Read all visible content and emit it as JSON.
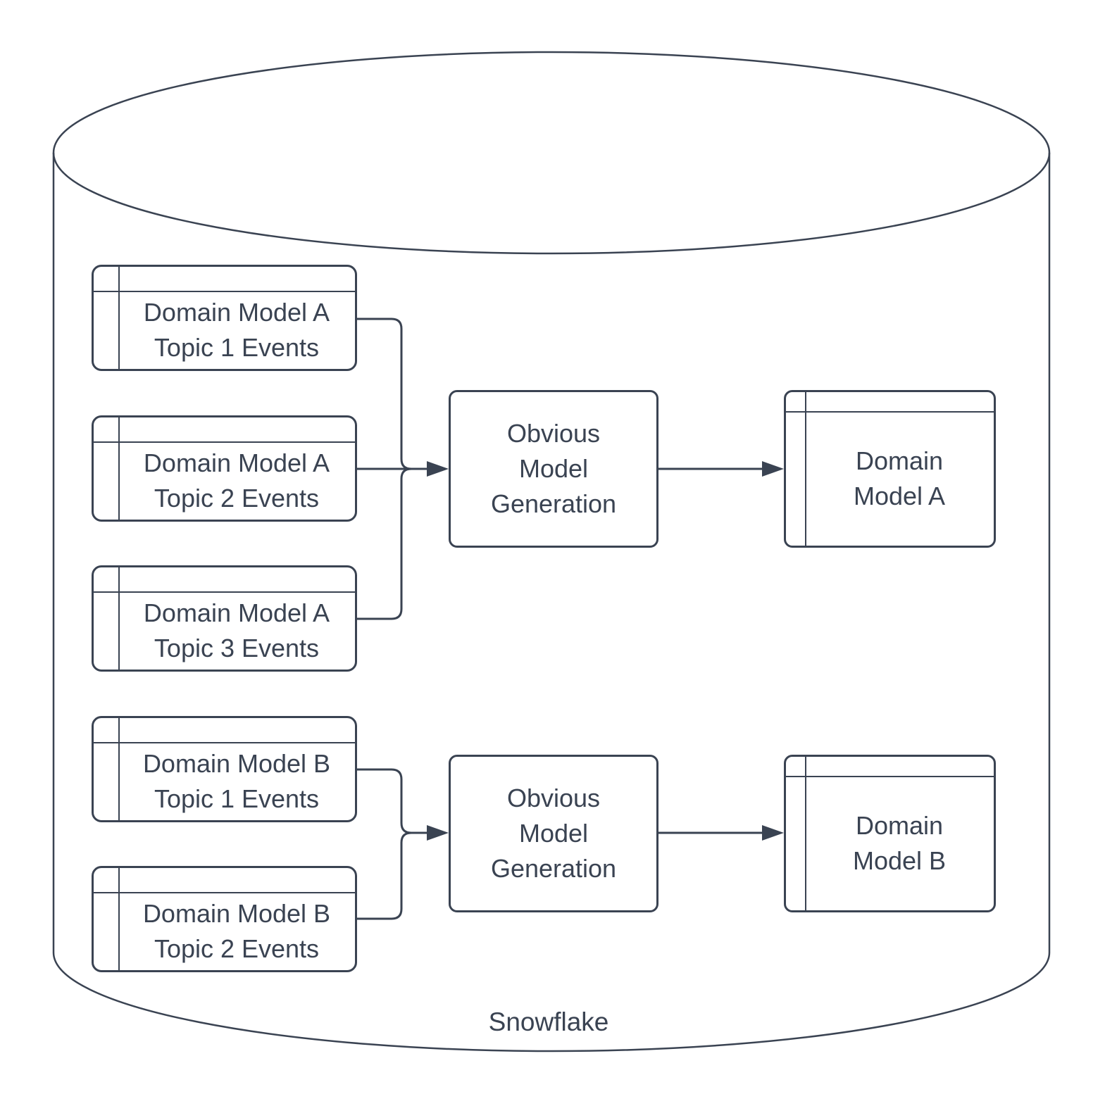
{
  "diagram": {
    "type": "flowchart",
    "colors": {
      "stroke": "#3a4352",
      "text": "#3a4352",
      "shape_fill": "#ffffff",
      "background": "#ffffff"
    },
    "database": {
      "shape": "cylinder",
      "label": "Snowflake"
    },
    "pipelines": [
      {
        "sources": [
          {
            "label": "Domain Model A\nTopic 1 Events"
          },
          {
            "label": "Domain Model A\nTopic 2 Events"
          },
          {
            "label": "Domain Model A\nTopic 3 Events"
          }
        ],
        "process": {
          "label": "Obvious\nModel\nGeneration"
        },
        "output": {
          "label": "Domain\nModel A"
        }
      },
      {
        "sources": [
          {
            "label": "Domain Model B\nTopic 1 Events"
          },
          {
            "label": "Domain Model B\nTopic 2 Events"
          }
        ],
        "process": {
          "label": "Obvious\nModel\nGeneration"
        },
        "output": {
          "label": "Domain\nModel B"
        }
      }
    ]
  }
}
